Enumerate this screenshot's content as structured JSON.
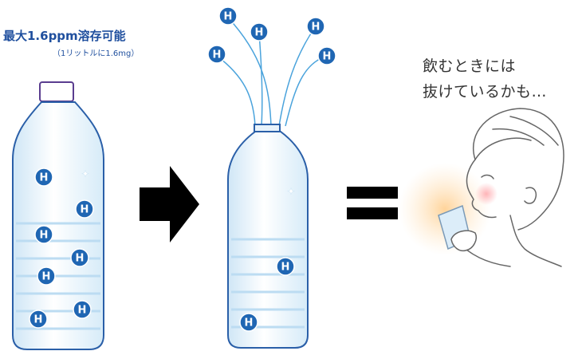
{
  "caption_left": {
    "title": "最大1.6ppm溶存可能",
    "subtitle": "（1リットルに1.6mg）"
  },
  "caption_right": {
    "line1": "飲むときには",
    "line2": "抜けているかも…"
  },
  "hydrogen_label": "H",
  "colors": {
    "hydrogen": "#1f66b3",
    "bottle_outline": "#2a5fa8",
    "cap": "#5a3d8f",
    "arrow": "#000000"
  },
  "icons": [
    "hydrogen-molecule-icon",
    "right-arrow-icon",
    "equals-icon",
    "woman-drinking-illustration"
  ]
}
